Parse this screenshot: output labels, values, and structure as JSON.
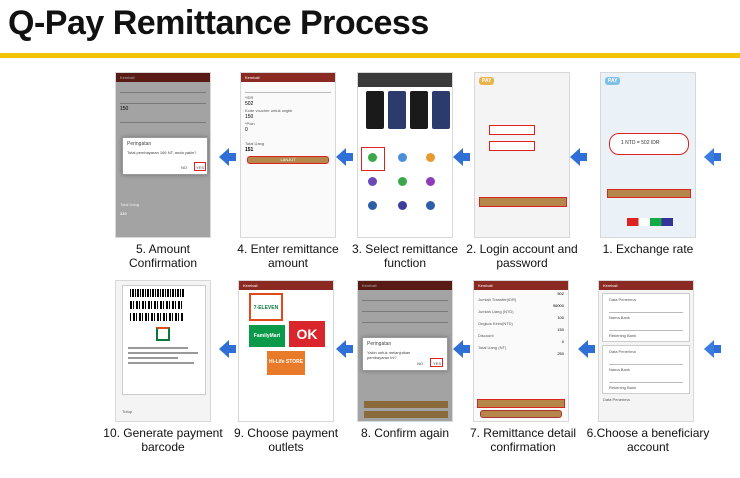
{
  "title": "Q-Pay Remittance Process",
  "steps": [
    {
      "caption": "1. Exchange rate"
    },
    {
      "caption": "2. Login account and password"
    },
    {
      "caption": "3. Select remittance function"
    },
    {
      "caption": "4. Enter remittance amount"
    },
    {
      "caption": "5. Amount Confirmation"
    },
    {
      "caption": "6.Choose a beneficiary account"
    },
    {
      "caption": "7. Remittance detail confirmation"
    },
    {
      "caption": "8. Confirm again"
    },
    {
      "caption": "9. Choose payment outlets"
    },
    {
      "caption": "10. Generate payment barcode"
    }
  ],
  "screens": {
    "s1": {
      "logo": "PAY",
      "rate": "1 NTD = 502 IDR"
    },
    "s2": {
      "logo": "PAY"
    },
    "s4": {
      "header": "Kembali",
      "label_idr": "*IDR",
      "value_idr": "502",
      "label_code": "Kode voucher untuk ongkir",
      "value_code": "150",
      "label_poin": "*Poin",
      "value_poin": "0",
      "label_total": "Total Uang",
      "value_total": "151",
      "button": "LANJUT"
    },
    "s5": {
      "header": "Kembali",
      "value1": "150",
      "dialog_title": "Peringatan",
      "dialog_text": "Total pembayaran 166 NT, anda yakin?",
      "dialog_no": "NO",
      "dialog_yes": "YES",
      "total_label": "Total Uang",
      "total_value": "230"
    },
    "s6": {
      "header": "Kembali",
      "field1": "Data Penerima",
      "field2": "Nama Bank",
      "field3": "Rekening Bank",
      "field4": "Data Penerima",
      "field5": "Nama Bank",
      "field6": "Rekening Bank",
      "field7": "Data Penerima"
    },
    "s7": {
      "header": "Kembali",
      "value_top": "502",
      "label_transfer": "Jumlah Transfer(IDR)",
      "value_transfer": "96000",
      "label_ntd": "Jumlah Uang (NTD)",
      "value_ntd": "100",
      "label_fee": "Ongkos Kirim(NTD)",
      "value_fee": "150",
      "label_discount": "Discount",
      "value_discount": "0",
      "label_total": "Total Uang (NT)",
      "value_total": "250"
    },
    "s8": {
      "header": "Kembali",
      "dialog_title": "Peringatan",
      "dialog_text": "Yakin untuk melanjutkan pembayaran ini?",
      "dialog_no": "NO",
      "dialog_yes": "YES"
    },
    "s9": {
      "header": "Kembali",
      "store1": "7-ELEVEN",
      "store2": "FamilyMart",
      "store3": "OK",
      "store4": "Hi-Life STORE"
    },
    "s10": {
      "footer": "Tutup"
    }
  }
}
